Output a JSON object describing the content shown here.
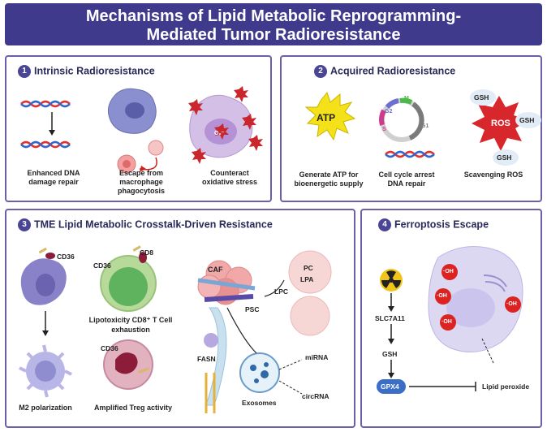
{
  "title": {
    "line1": "Mechanisms of Lipid Metabolic Reprogramming-",
    "line2": "Mediated Tumor Radioresistance"
  },
  "panels": {
    "p1": {
      "number": "1",
      "title": "Intrinsic Radioresistance",
      "labels": {
        "dna": "Enhanced DNA damage repair",
        "escape": "Escape from macrophage phagocytosis",
        "oxidative": "Counteract oxidative stress"
      },
      "o2": "O₂⁻"
    },
    "p2": {
      "number": "2",
      "title": "Acquired Radioresistance",
      "atp": "ATP",
      "ros": "ROS",
      "gsh": "GSH",
      "phases": {
        "g2": "G2",
        "m": "M",
        "s": "S",
        "g1": "G1"
      },
      "labels": {
        "atp": "Generate ATP for bioenergetic supply",
        "cycle": "Cell cycle arrest DNA repair",
        "ros": "Scavenging ROS"
      }
    },
    "p3": {
      "number": "3",
      "title": "TME Lipid Metabolic Crosstalk-Driven Resistance",
      "cd36": "CD36",
      "cd8": "CD8",
      "caf": "CAF",
      "psc": "PSC",
      "lpc": "LPC",
      "pc": "PC",
      "lpa": "LPA",
      "fasn": "FASN",
      "mirna": "miRNA",
      "circrna": "circRNA",
      "exosomes": "Exosomes",
      "labels": {
        "m2": "M2 polarization",
        "tcell_a": "Lipotoxicity CD8⁺ T Cell",
        "tcell_b": "exhaustion",
        "treg": "Amplified Treg activity"
      }
    },
    "p4": {
      "number": "4",
      "title": "Ferroptosis Escape",
      "slc": "SLC7A11",
      "gsh": "GSH",
      "gpx4": "GPX4",
      "lipid": "Lipid peroxide",
      "oh": "·OH"
    }
  },
  "colors": {
    "title_bg": "#3f3a8c",
    "panel_border": "#6a5fa8",
    "ros_red": "#d8262d",
    "atp_yellow": "#f5e11a",
    "gpx4_blue": "#3a6ec7"
  }
}
